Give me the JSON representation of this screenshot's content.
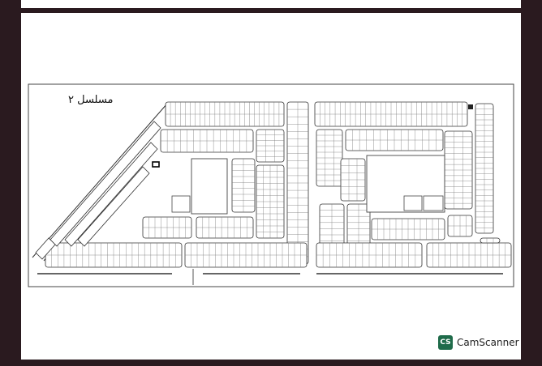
{
  "plan": {
    "title": "مسلسل ٢"
  },
  "watermark": {
    "badge": "CS",
    "app_name": "CamScanner"
  },
  "colors": {
    "background": "#2a1a1f",
    "sheet": "#ffffff",
    "lines": "#333333",
    "badge": "#1f6b4a"
  }
}
